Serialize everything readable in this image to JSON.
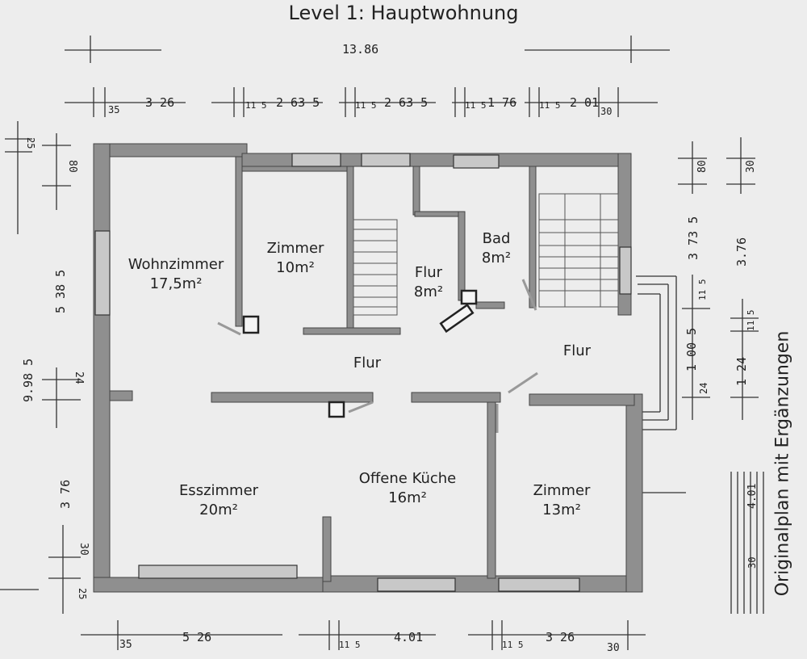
{
  "title": "Level 1: Hauptwohnung",
  "side_caption": "Originalplan mit Ergänzungen",
  "rooms": {
    "wohnzimmer": {
      "name": "Wohnzimmer",
      "area": "17,5m²"
    },
    "zimmer_top": {
      "name": "Zimmer",
      "area": "10m²"
    },
    "flur_small": {
      "name": "Flur",
      "area": "8m²"
    },
    "bad": {
      "name": "Bad",
      "area": "8m²"
    },
    "flur_center": {
      "name": "Flur"
    },
    "flur_right": {
      "name": "Flur"
    },
    "esszimmer": {
      "name": "Esszimmer",
      "area": "20m²"
    },
    "kueche": {
      "name": "Offene Küche",
      "area": "16m²"
    },
    "zimmer_bottom": {
      "name": "Zimmer",
      "area": "13m²"
    }
  },
  "dimensions": {
    "top_total": "13.86",
    "top_segments": [
      "35",
      "3 26",
      "11 5",
      "2 63 5",
      "11 5",
      "2 63 5",
      "11 5",
      "1 76",
      "11 5",
      "2 01",
      "30"
    ],
    "bottom_segments": [
      "35",
      "5 26",
      "11 5",
      "4.01",
      "11 5",
      "3 26",
      "30"
    ],
    "left_labels": [
      "25",
      "80",
      "5 38 5",
      "9.98 5",
      "24",
      "3 76",
      "30",
      "25"
    ],
    "right_labels": [
      "80",
      "30",
      "3 73 5",
      "3.76",
      "11 5",
      "11 5",
      "1 00 5",
      "1 24",
      "24",
      "4.01",
      "30"
    ]
  }
}
